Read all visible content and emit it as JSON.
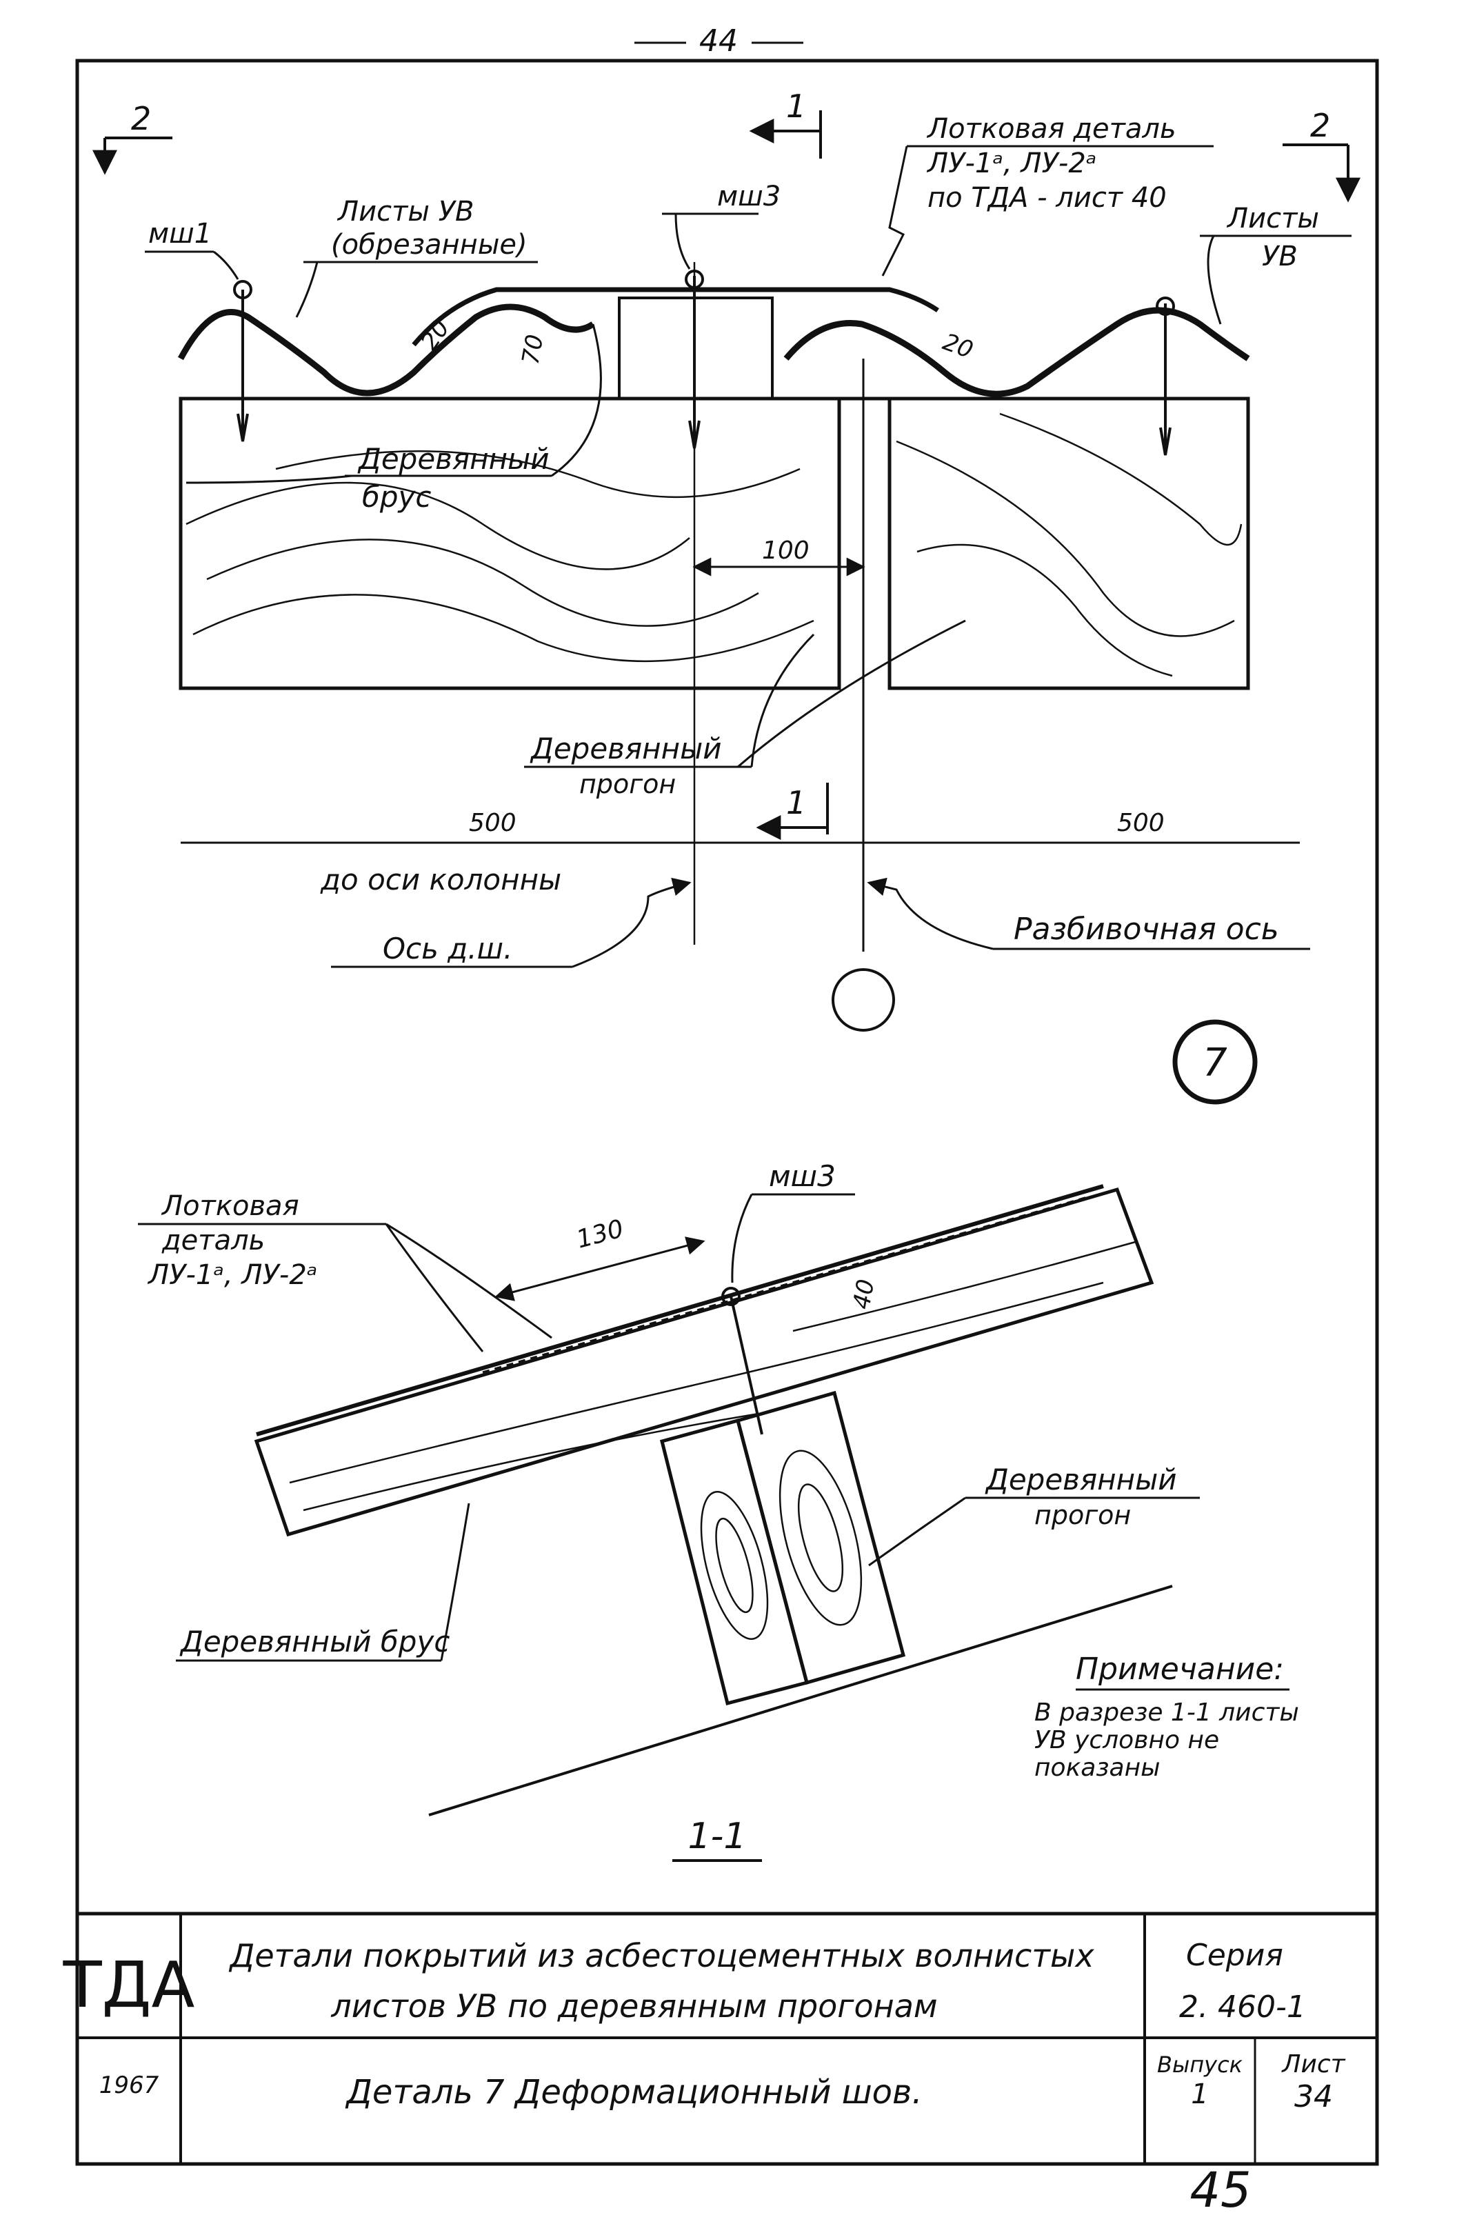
{
  "page_top_number": "44",
  "page_bottom_number": "45",
  "plan": {
    "section_1_mark": "1",
    "section_2_mark": "2",
    "label_msh1": "мш1",
    "label_msh3": "мш3",
    "label_sheets_uv_cut_1": "Листы УВ",
    "label_sheets_uv_cut_2": "(обрезанные)",
    "label_trough_1": "Лотковая деталь",
    "label_trough_2": "ЛУ-1ᵃ, ЛУ-2ᵃ",
    "label_trough_3": "по ТДА - лист 40",
    "label_sheets_1": "Листы",
    "label_sheets_2": "УВ",
    "dim_20_left": "20",
    "dim_70": "70",
    "dim_20_right": "20",
    "dim_100": "100",
    "label_timber_beam_1": "Деревянный",
    "label_timber_beam_2": "брус",
    "label_purlin_1": "Деревянный",
    "label_purlin_2": "прогон",
    "dim_500_left": "500",
    "dim_500_right": "500",
    "label_to_column_axis": "до оси колонны",
    "label_axis_ds": "Ось д.ш.",
    "label_setting_axis": "Разбивочная ось",
    "detail_number": "7"
  },
  "section": {
    "label_msh3": "мш3",
    "label_trough_1": "Лотковая",
    "label_trough_2": "деталь",
    "label_trough_3": "ЛУ-1ᵃ, ЛУ-2ᵃ",
    "dim_130": "130",
    "dim_40": "40",
    "label_purlin_1": "Деревянный",
    "label_purlin_2": "прогон",
    "label_timber_beam": "Деревянный брус",
    "note_title": "Примечание:",
    "note_line_1": "В разрезе 1-1 листы",
    "note_line_2": "УВ условно не",
    "note_line_3": "показаны",
    "section_title": "1-1"
  },
  "title_block": {
    "org": "ТДА",
    "year": "1967",
    "title_line_1": "Детали покрытий из асбестоцементных волнистых",
    "title_line_2": "листов УВ по деревянным прогонам",
    "subtitle": "Деталь 7   Деформационный шов.",
    "series_label": "Серия",
    "series_value": "2. 460-1",
    "issue_label": "Выпуск",
    "issue_value": "1",
    "sheet_label": "Лист",
    "sheet_value": "34"
  }
}
